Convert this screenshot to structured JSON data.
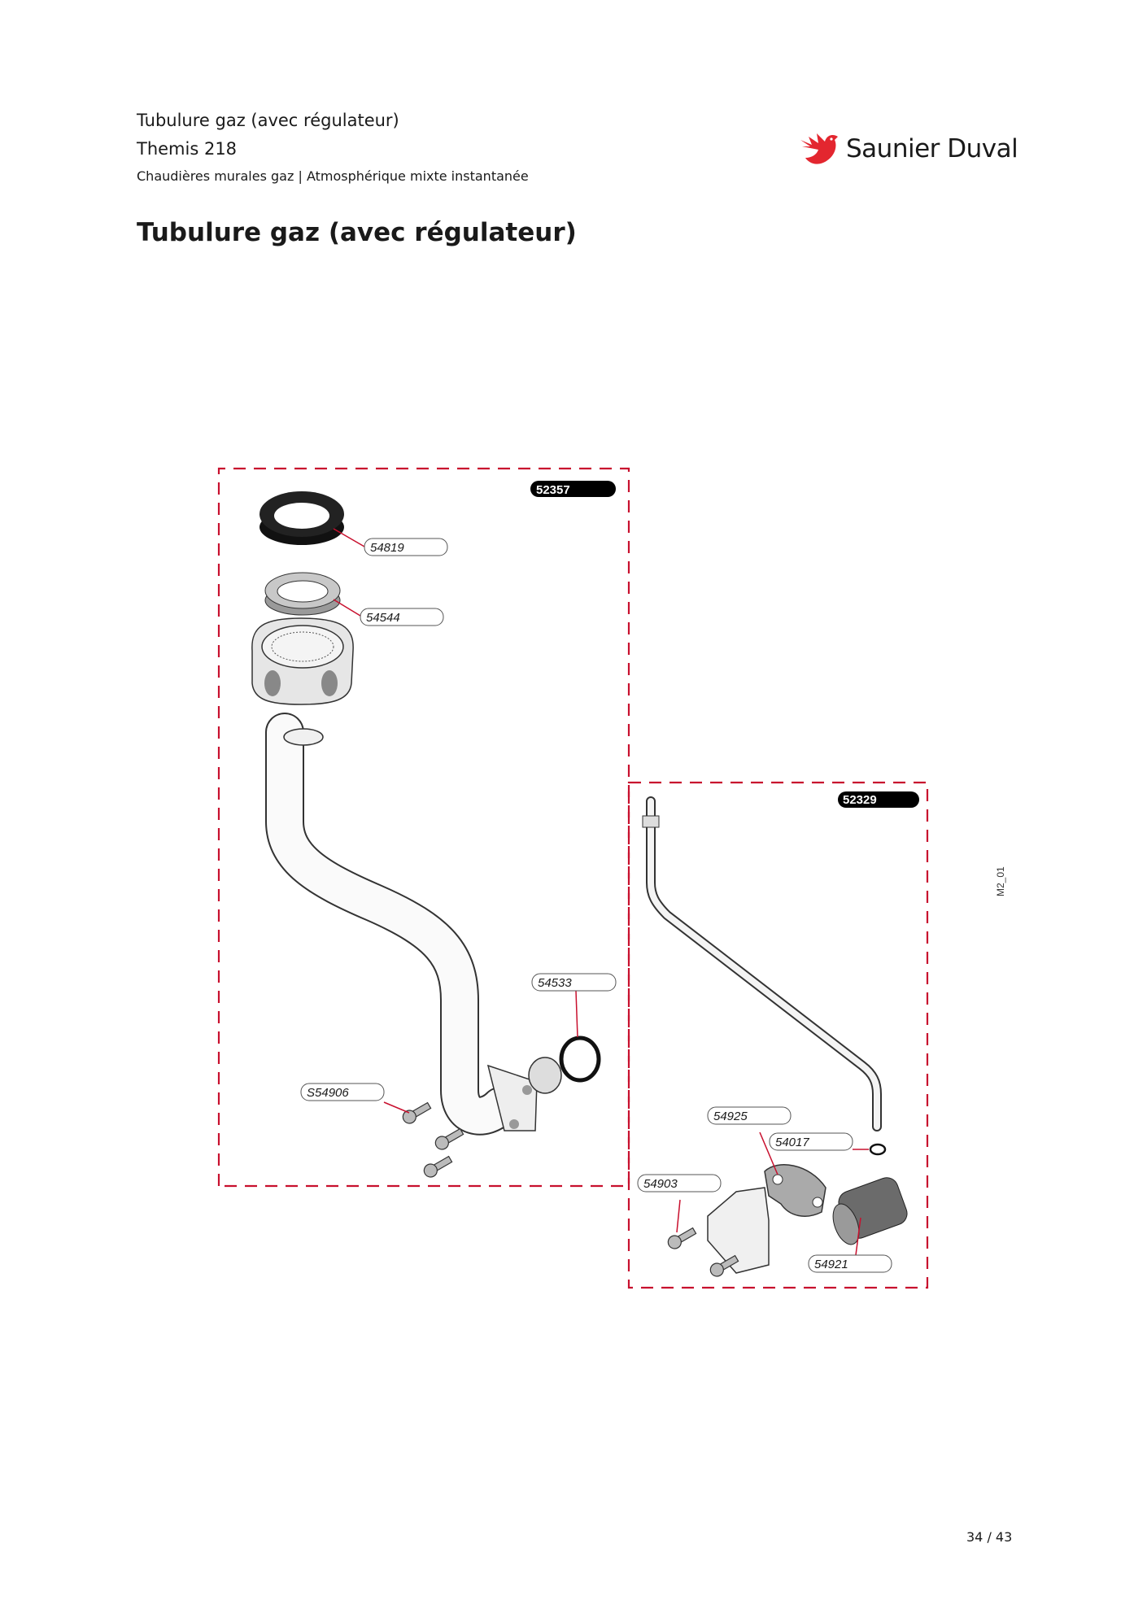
{
  "header": {
    "line1": "Tubulure gaz (avec régulateur)",
    "line2": "Themis 218",
    "line3": "Chaudières murales gaz | Atmosphérique mixte instantanée",
    "brand": "Saunier Duval",
    "brand_color": "#e3262f"
  },
  "title": "Tubulure gaz (avec régulateur)",
  "diagram": {
    "kits": [
      "52357",
      "52329"
    ],
    "parts": [
      "54819",
      "54544",
      "54533",
      "S54906",
      "54925",
      "54017",
      "54903",
      "54921"
    ],
    "code": "M2_01",
    "dash_color": "#c8102e"
  },
  "footer": {
    "page": "34 / 43"
  }
}
